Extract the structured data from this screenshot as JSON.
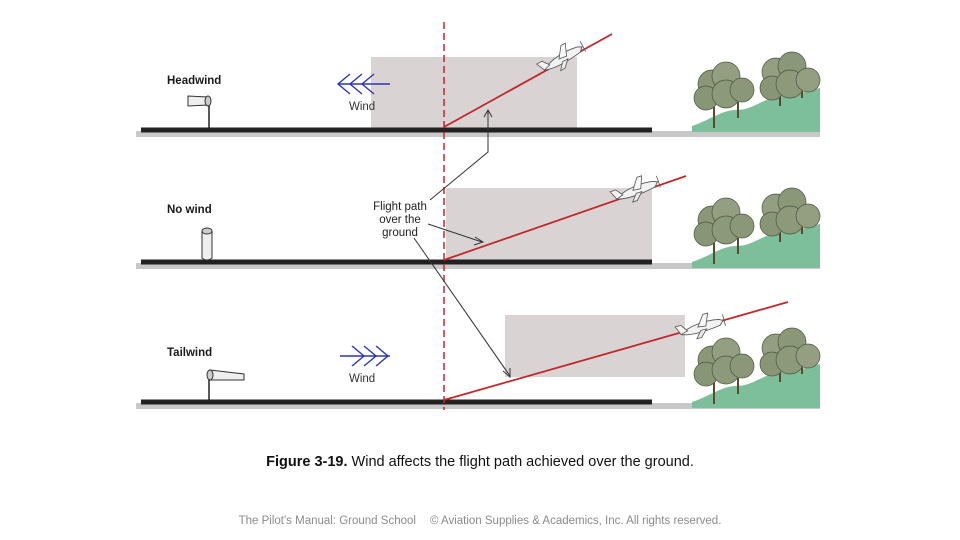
{
  "panels": [
    {
      "label": "Headwind",
      "wind_label": "Wind"
    },
    {
      "label": "No wind"
    },
    {
      "label": "Tailwind",
      "wind_label": "Wind"
    }
  ],
  "callout": {
    "line1": "Flight path",
    "line2": "over the",
    "line3": "ground"
  },
  "caption": {
    "figure": "Figure 3-19.",
    "text": "Wind affects the flight path achieved over the ground."
  },
  "footer": {
    "left": "The Pilot's Manual: Ground School",
    "right": "© Aviation Supplies & Academics, Inc. All rights reserved."
  },
  "colors": {
    "flight_path": "#c0282a",
    "climb_box": "#d9d3d3",
    "ground_line": "#222222",
    "hill": "#7cbf9a",
    "tree": "#8a9878"
  }
}
